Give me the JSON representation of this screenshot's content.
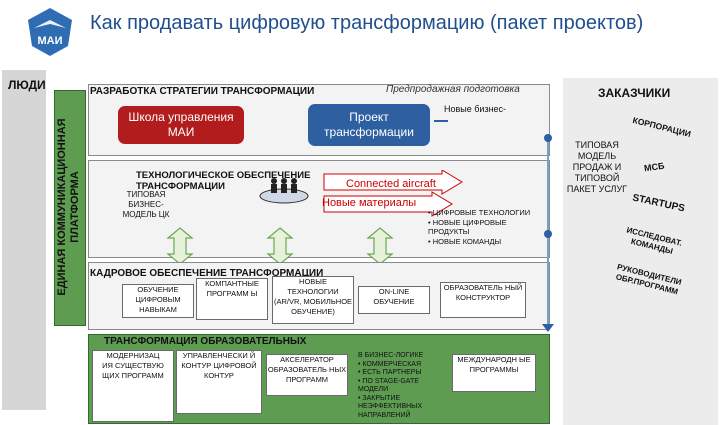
{
  "title": "Как продавать цифровую трансформацию (пакет проектов)",
  "logo": {
    "text": "МАИ"
  },
  "left": {
    "people": "ЛЮДИ",
    "platform": "ЕДИНАЯ КОММУНИКАЦИОННАЯ ПЛАТФОРМА"
  },
  "strategy": {
    "title": "РАЗРАБОТКА СТРАТЕГИИ ТРАНСФОРМАЦИИ",
    "presale": "Предпродажная подготовка",
    "school": "Школа управления МАИ",
    "project": "Проект трансформации",
    "new_business": "Новые бизнес-"
  },
  "tech": {
    "title": "ТЕХНОЛОГИЧЕСКОЕ ОБЕСПЕЧЕНИЕ ТРАНСФОРМАЦИИ",
    "model": "ТИПОВАЯ БИЗНЕС-МОДЕЛЬ ЦК",
    "connected": "Connected aircraft",
    "materials": "Новые материалы",
    "bullets": [
      "• ЦИФРОВЫЕ ТЕХНОЛОГИИ",
      "• НОВЫЕ ЦИФРОВЫЕ ПРОДУКТЫ",
      "• НОВЫЕ КОМАНДЫ"
    ]
  },
  "staff": {
    "title": "КАДРОВОЕ ОБЕСПЕЧЕНИЕ ТРАНСФОРМАЦИИ",
    "boxes": [
      "ОБУЧЕНИЕ ЦИФРОВЫМ НАВЫКАМ",
      "КОМПАНТНЫЕ ПРОГРАММ Ы",
      "НОВЫЕ ТЕХНОЛОГИИ (AR/VR, МОБИЛЬНОЕ ОБУЧЕНИЕ)",
      "ON-LINE ОБУЧЕНИЕ",
      "ОБРАЗОВАТЕЛЬ НЫЙ КОНСТРУКТОР"
    ]
  },
  "edu": {
    "title": "ТРАНСФОРМАЦИЯ ОБРАЗОВАТЕЛЬНЫХ",
    "modernization": "МОДЕРНИЗАЦ",
    "col1": "ИЯ СУЩЕСТВУЮ ЩИХ ПРОГРАММ",
    "col2": "УПРАВЛЕНЧЕСКИ Й КОНТУР ЦИФРОВОЙ КОНТУР",
    "col3": "АКСЕЛЕРАТОР ОБРАЗОВАТЕЛЬ НЫХ ПРОГРАММ",
    "bullets": [
      "В БИЗНЕС-ЛОГИКЕ",
      "• КОММЕРЧЕСКАЯ",
      "• ЕСТЬ ПАРТНЕРЫ",
      "• ПО STAGE-GATE МОДЕЛИ",
      "• ЗАКРЫТИЕ НЕЭФФЕКТИВНЫХ НАПРАВЛЕНИЙ"
    ],
    "col5": "МЕЖДУНАРОДН ЫЕ ПРОГРАММЫ"
  },
  "clients": {
    "title": "ЗАКАЗЧИКИ",
    "corporations": "КОРПОРАЦИИ",
    "typical": "ТИПОВАЯ МОДЕЛЬ ПРОДАЖ И ТИПОВОЙ ПАКЕТ УСЛУГ",
    "msb": "МСБ",
    "startups": "STARTUPS",
    "research": "ИССЛЕДОВАТ. КОМАНДЫ",
    "heads": "РУКОВОДИТЕЛИ ОБР.ПРОГРАММ"
  },
  "colors": {
    "blue": "#2e5fa0",
    "green": "#5e9c52",
    "title": "#1f4f8f",
    "red": "#cc0000"
  }
}
